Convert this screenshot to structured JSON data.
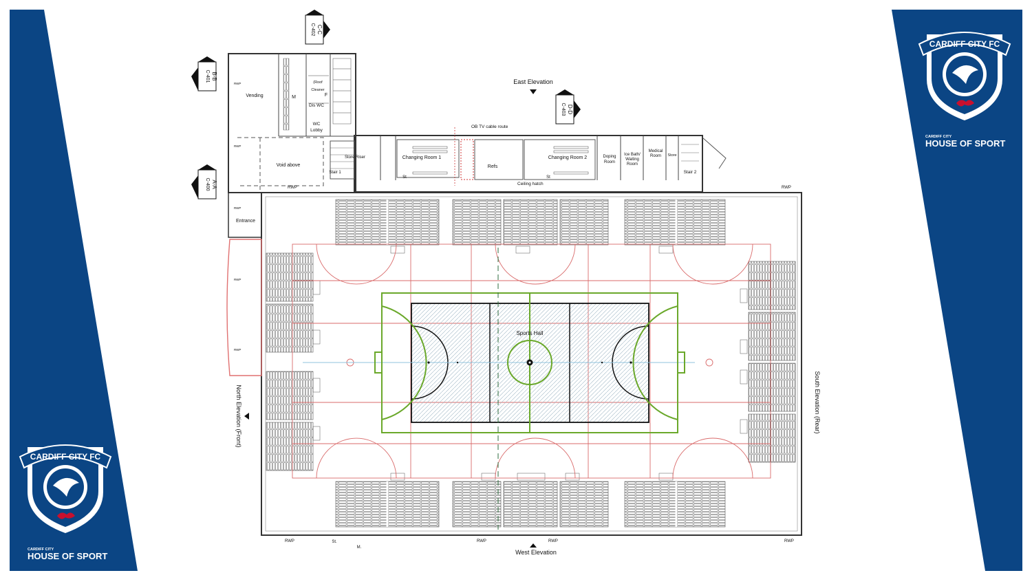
{
  "brand": {
    "club_name": "CARDIFF CITY FC",
    "sub_brand_small": "CARDIFF CITY",
    "sub_brand": "HOUSE OF SPORT",
    "colors": {
      "navy": "#0b4584",
      "dark_navy": "#072e5e",
      "white": "#ffffff",
      "red": "#c8102e"
    }
  },
  "elevations": {
    "east": "East Elevation",
    "west": "West Elevation",
    "north": "North Elevation (Front)",
    "south": "South Elevation (Rear)"
  },
  "section_markers": [
    {
      "letters": "C-C",
      "ref": "C-402"
    },
    {
      "letters": "B-B",
      "ref": "C-401"
    },
    {
      "letters": "A-A",
      "ref": "C-400"
    },
    {
      "letters": "D-D",
      "ref": "C-403"
    }
  ],
  "rooms": {
    "vending": "Vending",
    "m": "M",
    "f": "F",
    "roof_access": "(Roof",
    "cleaner": "Cleaner",
    "dis_wc": "Dis WC",
    "wc_lobby_1": "WC",
    "wc_lobby_2": "Lobby",
    "void_above": "Void above",
    "entrance": "Entrance",
    "stair1": "Stair 1",
    "store_riser": "Store Riser",
    "changing_room_1": "Changing Room 1",
    "refs": "Refs",
    "changing_room_2": "Changing Room 2",
    "doping_1": "Doping",
    "doping_2": "Room",
    "ice_bath_1": "Ice Bath/",
    "ice_bath_2": "Waiting",
    "ice_bath_3": "Room",
    "medical_1": "Medical",
    "medical_2": "Room",
    "store": "Store",
    "stair2": "Stair 2",
    "st": "St",
    "st_dot": "St.",
    "m_dot": "M.",
    "sports_hall": "Sports Hall"
  },
  "notes": {
    "ob_tv": "OB TV cable route",
    "ceiling_hatch": "Ceiling hatch",
    "rwp": "RWP"
  }
}
